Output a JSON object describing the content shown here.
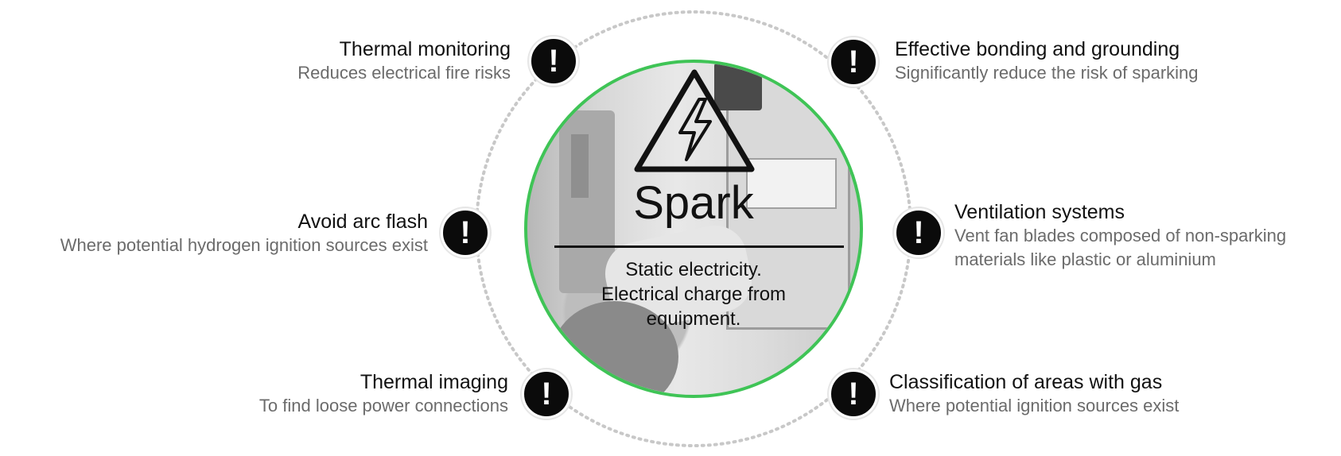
{
  "center": {
    "title": "Spark",
    "description_lines": [
      "Static electricity.",
      "Electrical charge from",
      "equipment."
    ],
    "icon": "high-voltage-warning-icon"
  },
  "badge_glyph": "!",
  "colors": {
    "ring_border": "#3fc456",
    "dotted_ring": "#c8c8c8",
    "badge_fill": "#0b0b0b",
    "heading": "#111111",
    "subtext": "#6b6b6b"
  },
  "items": [
    {
      "id": "thermal-monitoring",
      "side": "left",
      "heading": "Thermal monitoring",
      "sub": "Reduces electrical fire risks"
    },
    {
      "id": "effective-bonding",
      "side": "right",
      "heading": "Effective bonding and grounding",
      "sub": "Significantly reduce the risk of sparking"
    },
    {
      "id": "avoid-arc-flash",
      "side": "left",
      "heading": "Avoid arc flash",
      "sub": "Where potential hydrogen ignition sources exist"
    },
    {
      "id": "ventilation-systems",
      "side": "right",
      "heading": "Ventilation systems",
      "sub": "Vent fan blades composed of non-sparking materials like plastic or aluminium"
    },
    {
      "id": "thermal-imaging",
      "side": "left",
      "heading": "Thermal imaging",
      "sub": "To find loose power connections"
    },
    {
      "id": "classification-areas",
      "side": "right",
      "heading": "Classification of areas with gas",
      "sub": "Where potential ignition sources exist"
    }
  ]
}
